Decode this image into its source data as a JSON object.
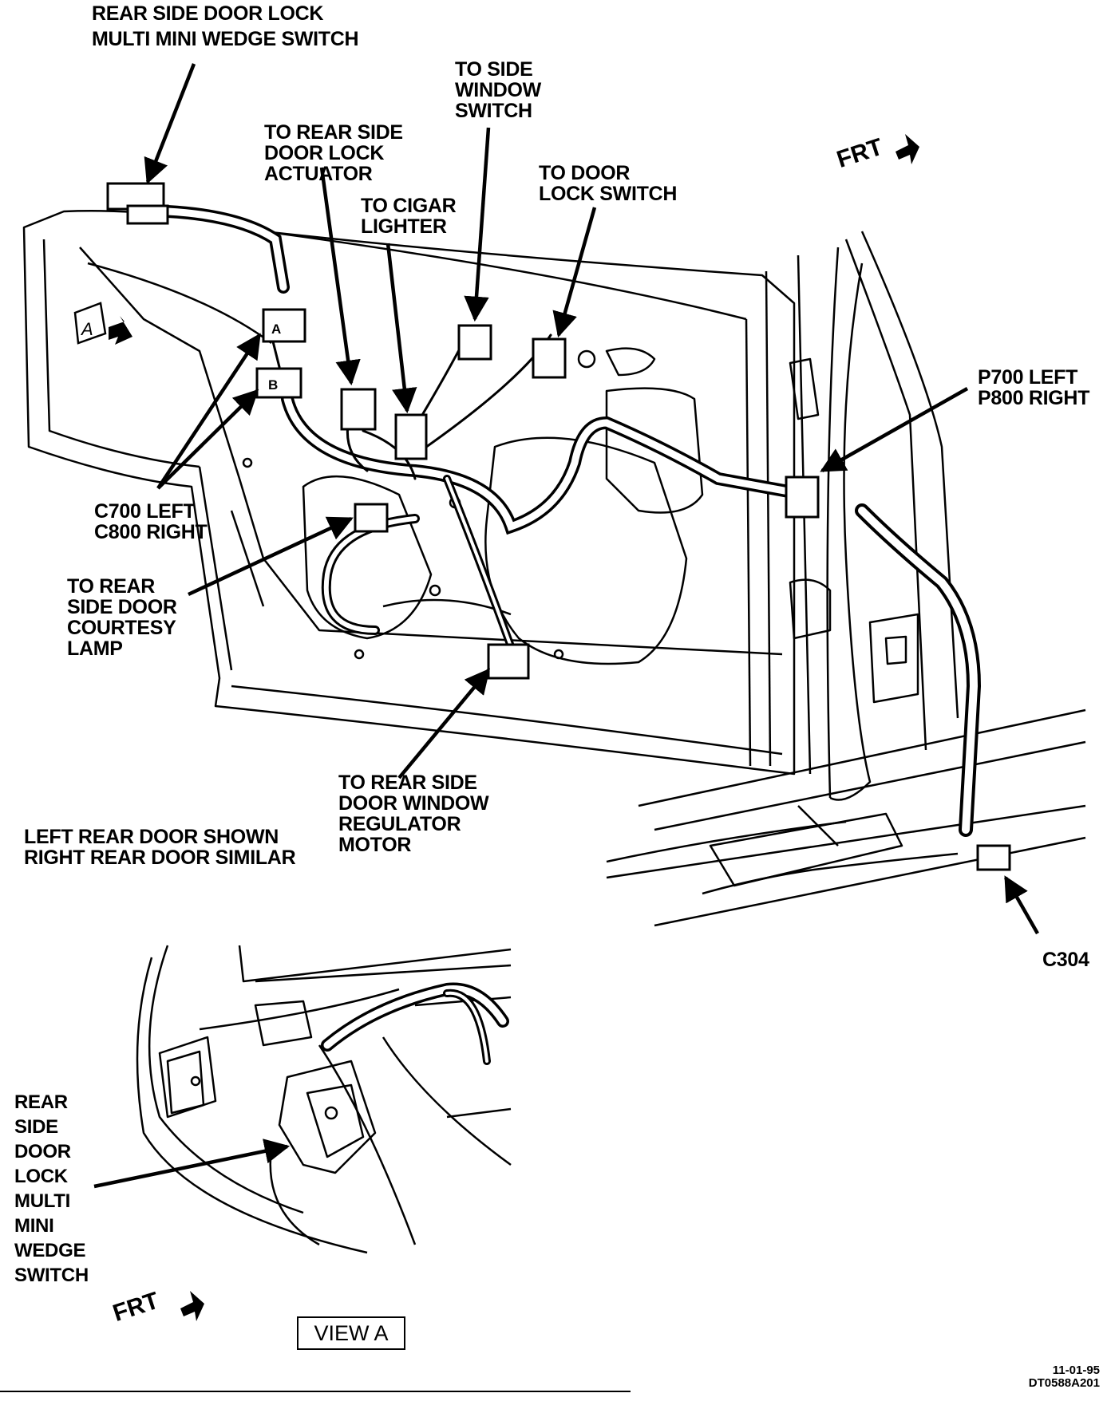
{
  "labels": {
    "rear_side_door_lock_switch": [
      "REAR SIDE DOOR LOCK",
      "MULTI MINI WEDGE SWITCH"
    ],
    "to_rear_side_door_lock_actuator": [
      "TO REAR SIDE",
      "DOOR LOCK",
      "ACTUATOR"
    ],
    "to_side_window_switch": [
      "TO SIDE",
      "WINDOW",
      "SWITCH"
    ],
    "to_cigar_lighter": [
      "TO CIGAR",
      "LIGHTER"
    ],
    "to_door_lock_switch": [
      "TO DOOR",
      "LOCK SWITCH"
    ],
    "p700_p800": [
      "P700 LEFT",
      "P800 RIGHT"
    ],
    "c700_c800": [
      "C700 LEFT",
      "C800 RIGHT"
    ],
    "to_courtesy_lamp": [
      "TO REAR",
      "SIDE DOOR",
      "COURTESY",
      "LAMP"
    ],
    "to_window_regulator_motor": [
      "TO REAR SIDE",
      "DOOR WINDOW",
      "REGULATOR",
      "MOTOR"
    ],
    "door_note": [
      "LEFT REAR DOOR SHOWN",
      "RIGHT REAR DOOR SIMILAR"
    ],
    "c304": "C304",
    "view_a_switch": [
      "REAR",
      "SIDE",
      "DOOR",
      "LOCK",
      "MULTI",
      "MINI",
      "WEDGE",
      "SWITCH"
    ]
  },
  "frt_main": "FRT",
  "frt_view": "FRT",
  "view_a_marker": "A",
  "view_a_title": "VIEW A",
  "connector_marks": [
    "A",
    "B"
  ],
  "drawing_code": [
    "11-01-95",
    "DT0588A201"
  ],
  "colors": {
    "ink": "#000000",
    "paper": "#ffffff"
  }
}
